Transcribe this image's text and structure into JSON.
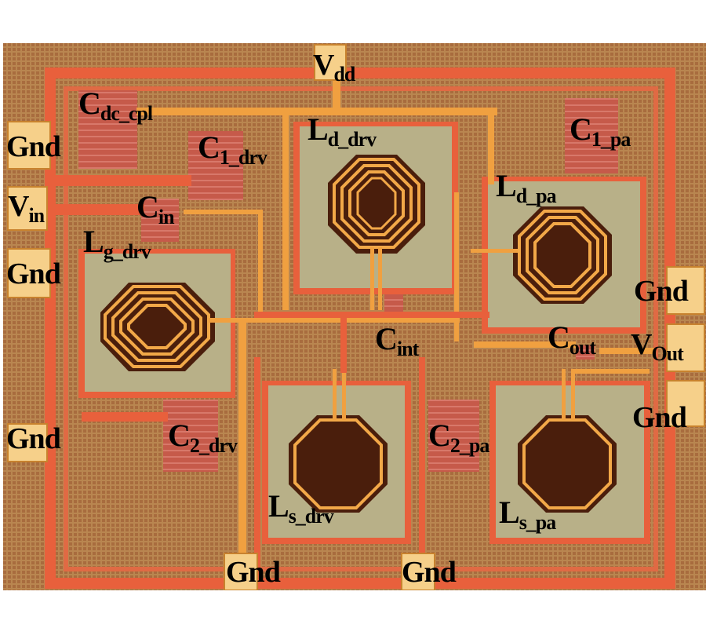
{
  "figure": {
    "type": "die-micrograph",
    "colors": {
      "substrate": "#b8864c",
      "fill_grid": "#a86a3c",
      "ring": "#e8603c",
      "metal_top": "#f0a040",
      "pad": "#f6d08a",
      "inductor_window": "#b8b088",
      "inductor_core": "#4a1e0c",
      "mim_cap": "#c8584a"
    }
  },
  "pads": [
    {
      "id": "vdd",
      "label_main": "V",
      "label_sub": "dd"
    },
    {
      "id": "gnd-left-1",
      "label_main": "Gnd",
      "label_sub": ""
    },
    {
      "id": "vin",
      "label_main": "V",
      "label_sub": "in"
    },
    {
      "id": "gnd-left-2",
      "label_main": "Gnd",
      "label_sub": ""
    },
    {
      "id": "gnd-left-3",
      "label_main": "Gnd",
      "label_sub": ""
    },
    {
      "id": "gnd-right-1",
      "label_main": "Gnd",
      "label_sub": ""
    },
    {
      "id": "vout",
      "label_main": "V",
      "label_sub": "Out"
    },
    {
      "id": "gnd-right-2",
      "label_main": "Gnd",
      "label_sub": ""
    },
    {
      "id": "gnd-bottom-1",
      "label_main": "Gnd",
      "label_sub": ""
    },
    {
      "id": "gnd-bottom-2",
      "label_main": "Gnd",
      "label_sub": ""
    }
  ],
  "components": [
    {
      "id": "c-dc-cpl",
      "label_main": "C",
      "label_sub": "dc_cpl"
    },
    {
      "id": "c1-drv",
      "label_main": "C",
      "label_sub": "1_drv"
    },
    {
      "id": "l-d-drv",
      "label_main": "L",
      "label_sub": "d_drv"
    },
    {
      "id": "c1-pa",
      "label_main": "C",
      "label_sub": "1_pa"
    },
    {
      "id": "c-in",
      "label_main": "C",
      "label_sub": "in"
    },
    {
      "id": "l-d-pa",
      "label_main": "L",
      "label_sub": "d_pa"
    },
    {
      "id": "l-g-drv",
      "label_main": "L",
      "label_sub": "g_drv"
    },
    {
      "id": "c-int",
      "label_main": "C",
      "label_sub": "int"
    },
    {
      "id": "c-out",
      "label_main": "C",
      "label_sub": "out"
    },
    {
      "id": "c2-drv",
      "label_main": "C",
      "label_sub": "2_drv"
    },
    {
      "id": "c2-pa",
      "label_main": "C",
      "label_sub": "2_pa"
    },
    {
      "id": "l-s-drv",
      "label_main": "L",
      "label_sub": "s_drv"
    },
    {
      "id": "l-s-pa",
      "label_main": "L",
      "label_sub": "s_pa"
    }
  ]
}
